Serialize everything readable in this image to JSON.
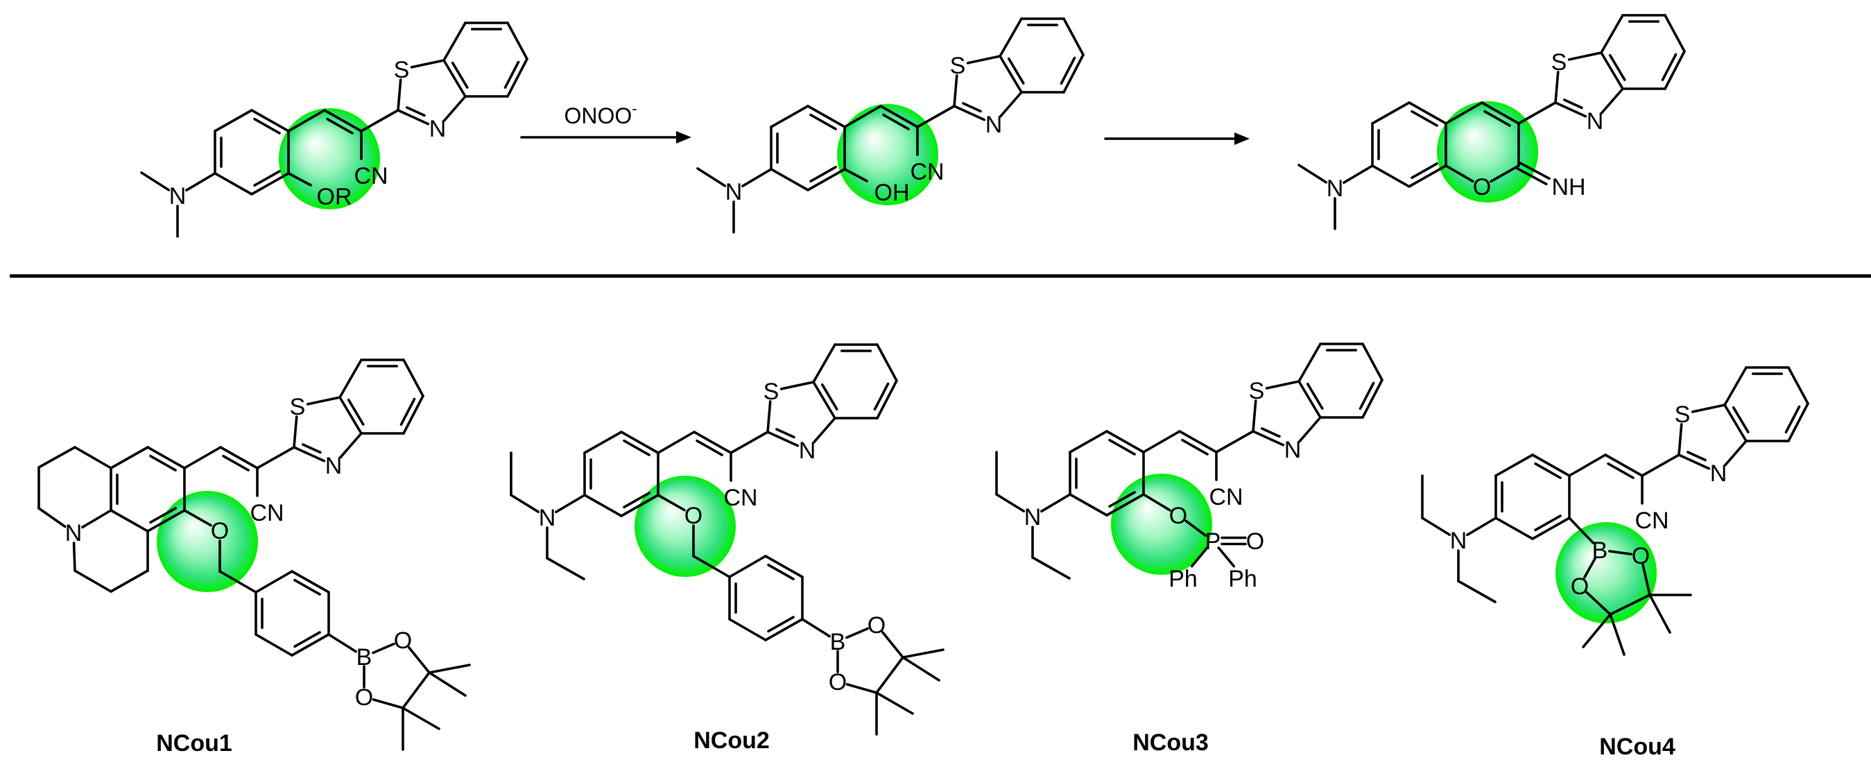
{
  "scheme": {
    "reagent": "ONOO",
    "reagent_charge": "-"
  },
  "colors": {
    "highlight_edge": "#00f000",
    "highlight_mid": "#2fe07a",
    "highlight_center": "#ffffff",
    "ink": "#000000"
  },
  "molecules": [
    {
      "labels": {
        "S": "S",
        "N": "N",
        "CN": "CN",
        "OR": "OR",
        "amine": "N"
      }
    },
    {
      "labels": {
        "S": "S",
        "N": "N",
        "CN": "CN",
        "OH": "OH",
        "amine": "N"
      }
    },
    {
      "labels": {
        "S": "S",
        "N": "N",
        "O": "O",
        "NH": "NH",
        "amine": "N"
      }
    },
    {
      "name": "NCou1",
      "labels": {
        "S": "S",
        "N": "N",
        "CN": "CN",
        "amine": "N",
        "O": "O",
        "B": "B",
        "O1": "O",
        "O2": "O"
      }
    },
    {
      "name": "NCou2",
      "labels": {
        "S": "S",
        "N": "N",
        "CN": "CN",
        "amine": "N",
        "O": "O",
        "B": "B",
        "O1": "O",
        "O2": "O"
      }
    },
    {
      "name": "NCou3",
      "labels": {
        "S": "S",
        "N": "N",
        "CN": "CN",
        "amine": "N",
        "O": "O",
        "P": "P",
        "O_dbl": "O",
        "Ph1": "Ph",
        "Ph2": "Ph"
      }
    },
    {
      "name": "NCou4",
      "labels": {
        "S": "S",
        "N": "N",
        "CN": "CN",
        "amine": "N",
        "B": "B",
        "O1": "O",
        "O2": "O"
      }
    }
  ]
}
